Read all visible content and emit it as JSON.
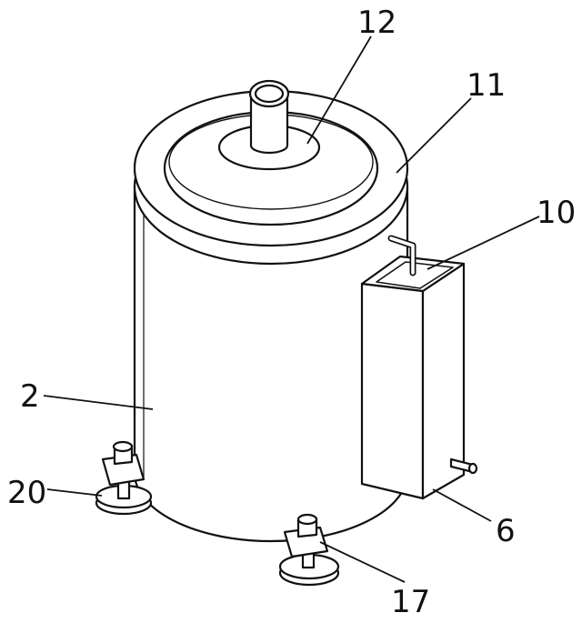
{
  "labels": {
    "l12": "12",
    "l11": "11",
    "l10": "10",
    "l2": "2",
    "l20": "20",
    "l6": "6",
    "l17": "17"
  }
}
